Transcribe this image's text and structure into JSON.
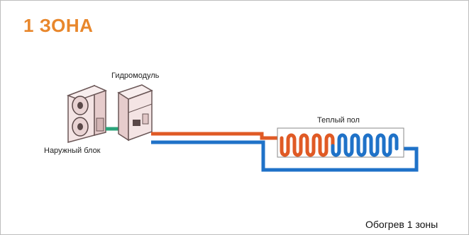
{
  "title": "1 ЗОНА",
  "labels": {
    "hydromodule": "Гидромодуль",
    "outdoor_unit": "Наружный блок",
    "warm_floor": "Теплый пол"
  },
  "caption": {
    "main": "Обогрев",
    "zone": "1 зоны"
  },
  "colors": {
    "title": "#e8872c",
    "supply_pipe": "#e05a25",
    "return_pipe": "#1f72c8",
    "refrigerant_link": "#2aa37a",
    "unit_body": "#f4e4e4"
  },
  "icons": {
    "outdoor_unit": "outdoor-unit-icon",
    "hydromodule": "hydromodule-icon"
  }
}
